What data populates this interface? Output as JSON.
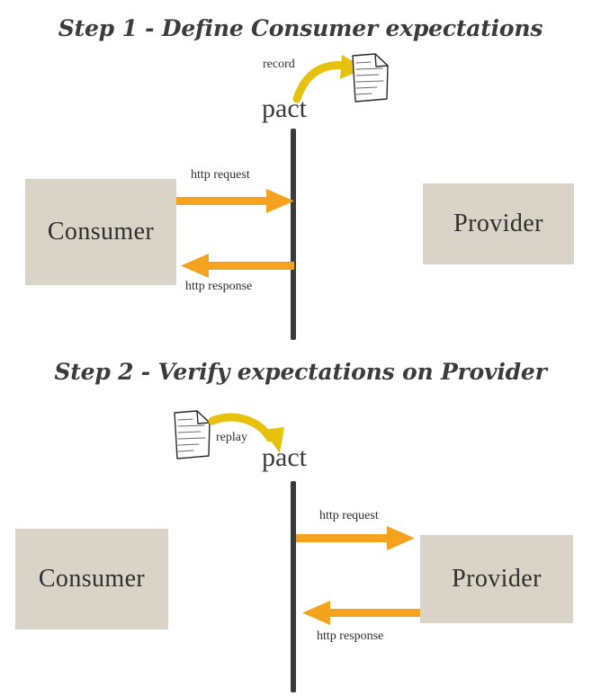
{
  "diagram": {
    "title_step1": "Step 1 - Define Consumer expectations",
    "title_step2": "Step 2 - Verify expectations on Provider",
    "colors": {
      "box_fill": "#dad4c8",
      "http_arrow": "#f5a21e",
      "curve_arrow": "#e7c20c",
      "pact_line": "#3a3a3a",
      "text": "#2f2f2f",
      "title_text": "#3b3b3b",
      "background": "#ffffff"
    }
  },
  "step1": {
    "title": "Step 1 - Define Consumer expectations",
    "curve_label": "record",
    "pact_label": "pact",
    "consumer_label": "Consumer",
    "provider_label": "Provider",
    "request_label": "http request",
    "response_label": "http response",
    "document_icon": "document-icon",
    "curve_direction": "pact-to-document"
  },
  "step2": {
    "title": "Step 2 - Verify expectations on Provider",
    "curve_label": "replay",
    "pact_label": "pact",
    "consumer_label": "Consumer",
    "provider_label": "Provider",
    "request_label": "http request",
    "response_label": "http response",
    "document_icon": "document-icon",
    "curve_direction": "document-to-pact"
  }
}
